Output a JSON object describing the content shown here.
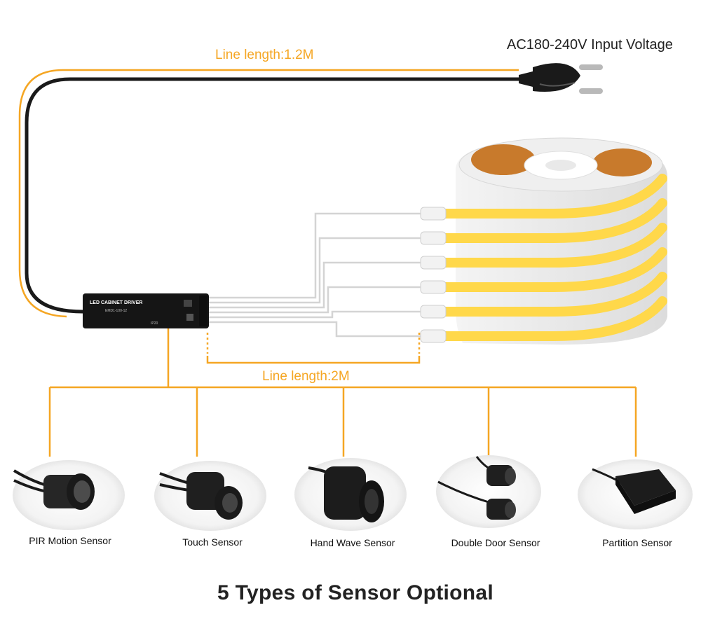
{
  "colors": {
    "accent_orange": "#f5a623",
    "led_yellow": "#ffd84a",
    "cable_black": "#1a1a1a",
    "driver_black": "#151515"
  },
  "input": {
    "voltage_label": "AC180-240V Input Voltage",
    "plug_icon": "eu-power-plug-icon"
  },
  "power_line": {
    "length_label": "Line length:1.2M"
  },
  "output_line": {
    "length_label": "Line length:2M"
  },
  "driver": {
    "title": "LED CABINET DRIVER",
    "model": "EMD1-100-12",
    "rating": "IP20",
    "outputs": 6
  },
  "led_strips": {
    "count": 6,
    "icon": "cob-led-strip-reel-icon"
  },
  "sensors": [
    {
      "name": "PIR Motion Sensor",
      "icon": "pir-motion-sensor-icon"
    },
    {
      "name": "Touch Sensor",
      "icon": "touch-sensor-icon"
    },
    {
      "name": "Hand Wave Sensor",
      "icon": "hand-wave-sensor-icon"
    },
    {
      "name": "Double Door Sensor",
      "icon": "double-door-sensor-icon"
    },
    {
      "name": "Partition Sensor",
      "icon": "partition-sensor-icon"
    }
  ],
  "footer": {
    "title": "5 Types of Sensor Optional"
  }
}
